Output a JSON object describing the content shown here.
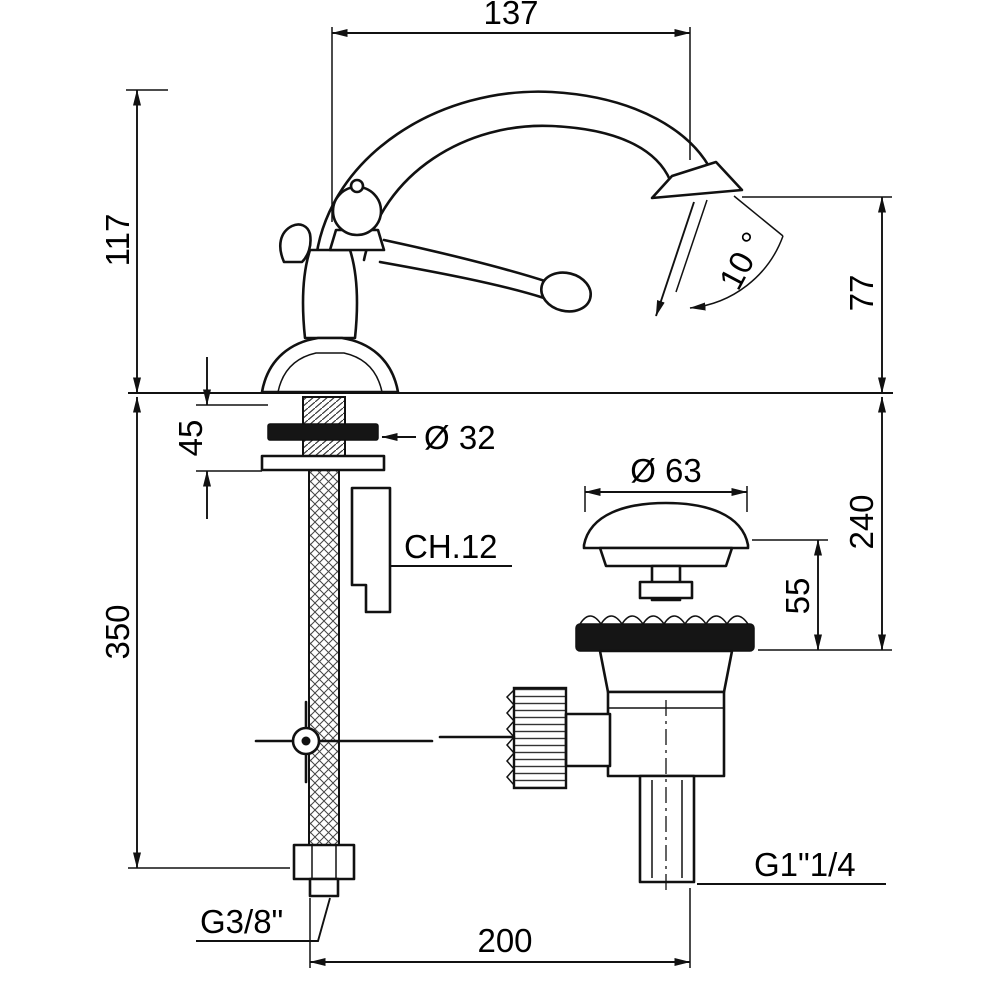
{
  "drawing": {
    "background": "#ffffff",
    "line_color": "#111111",
    "labels": {
      "spout_reach": "137",
      "height_above_deck": "117",
      "flow_angle": "10 °",
      "outlet_height": "77",
      "deck_thickness": "45",
      "shank_diameter": "Ø 32",
      "waste_flange_diameter": "Ø 63",
      "waste_height": "240",
      "flange_height": "55",
      "wrench_size": "CH.12",
      "below_deck_height": "350",
      "waste_thread": "G1\"1/4",
      "supply_thread": "G3/8\"",
      "hole_distance": "200"
    }
  }
}
